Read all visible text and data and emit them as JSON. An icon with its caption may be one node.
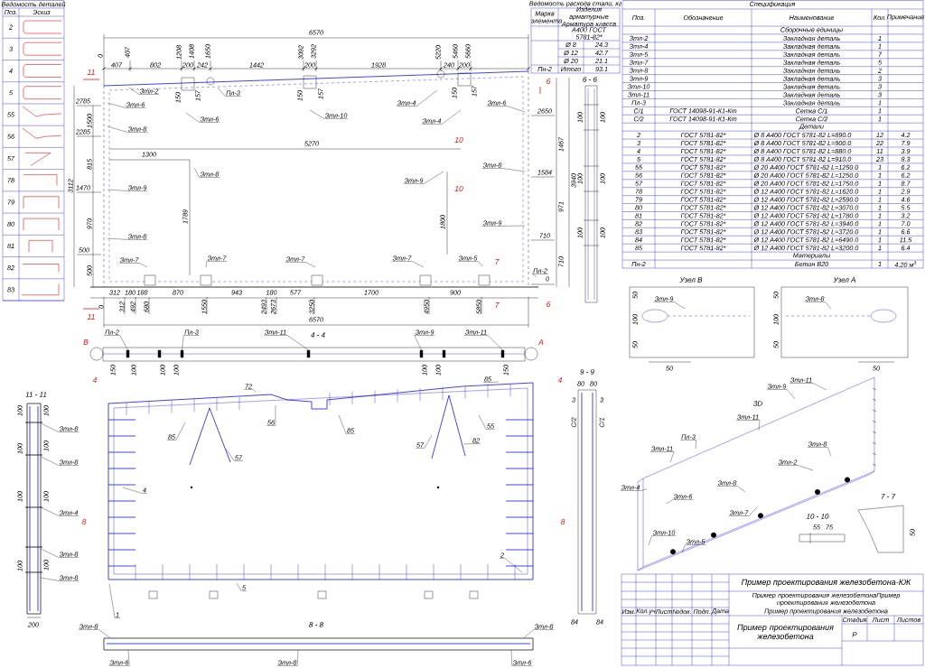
{
  "diagram": {
    "nodes": [
      {
        "text": [
          "Зтл-2"
        ]
      },
      {
        "text": [
          "Зтл-6"
        ]
      },
      {
        "text": [
          "Зтл-6"
        ]
      },
      {
        "text": [
          "Пл-3"
        ]
      },
      {
        "text": [
          "Зтл-10"
        ]
      },
      {
        "text": [
          "Зтл-4"
        ]
      },
      {
        "text": [
          "Зтл-4"
        ]
      },
      {
        "text": [
          "Зтл-6"
        ]
      },
      {
        "text": [
          "Зтл-8"
        ]
      },
      {
        "text": [
          "Зтл-8"
        ]
      },
      {
        "text": [
          "Зтл-9"
        ]
      },
      {
        "text": [
          "Зтл-8"
        ]
      },
      {
        "text": [
          "Зтл-9"
        ]
      },
      {
        "text": [
          "Зтл-9"
        ]
      },
      {
        "text": [
          "Зтл-8"
        ]
      },
      {
        "text": [
          "Зтл-7"
        ]
      },
      {
        "text": [
          "Зтл-7"
        ]
      },
      {
        "text": [
          "Зтл-7"
        ]
      },
      {
        "text": [
          "Зтл-7"
        ]
      },
      {
        "text": [
          "Зтл-5"
        ]
      },
      {
        "text": [
          "Пл-2"
        ]
      },
      {
        "text": [
          "Пл-2"
        ]
      },
      {
        "text": [
          "Пл-3"
        ]
      },
      {
        "text": [
          "Зтл-11"
        ]
      },
      {
        "text": [
          "Зтл-9"
        ]
      },
      {
        "text": [
          "Зтл-11"
        ]
      },
      {
        "text": [
          "Зтл-8"
        ]
      },
      {
        "text": [
          "Зтл-8"
        ]
      },
      {
        "text": [
          "Зтл-4"
        ]
      },
      {
        "text": [
          "Зтл-8"
        ]
      },
      {
        "text": [
          "Зтл-8"
        ]
      },
      {
        "text": [
          "72"
        ]
      },
      {
        "text": [
          "56"
        ]
      },
      {
        "text": [
          "85"
        ]
      },
      {
        "text": [
          "85"
        ]
      },
      {
        "text": [
          "57"
        ]
      },
      {
        "text": [
          "57"
        ]
      },
      {
        "text": [
          "82"
        ]
      },
      {
        "text": [
          "55"
        ]
      },
      {
        "text": [
          "85"
        ]
      },
      {
        "text": [
          "4"
        ]
      },
      {
        "text": [
          "5"
        ]
      },
      {
        "text": [
          "2"
        ]
      },
      {
        "text": [
          "1"
        ]
      },
      {
        "text": [
          "Зтл-9"
        ]
      },
      {
        "text": [
          "Зтл-8"
        ]
      },
      {
        "text": [
          "Зтл-11"
        ]
      },
      {
        "text": [
          "Зтл-9"
        ]
      },
      {
        "text": [
          "Зтл-11"
        ]
      },
      {
        "text": [
          "Пл-3"
        ]
      },
      {
        "text": [
          "Зтл-11"
        ]
      },
      {
        "text": [
          "Зтл-8"
        ]
      },
      {
        "text": [
          "Зтл-2"
        ]
      },
      {
        "text": [
          "Зтл-4"
        ]
      },
      {
        "text": [
          "Зтл-8"
        ]
      },
      {
        "text": [
          "Зтл-7"
        ]
      },
      {
        "text": [
          "Зтл-10"
        ]
      },
      {
        "text": [
          "Зтл-5"
        ]
      },
      {
        "text": [
          "Зтл-6"
        ]
      },
      {
        "text": [
          "Зтл-8"
        ]
      },
      {
        "text": [
          "Зтл-8"
        ]
      },
      {
        "text": [
          "Зтл-6"
        ]
      },
      {
        "text": [
          "Зтл-8"
        ]
      },
      {
        "text": [
          "Зтл-6"
        ]
      },
      {
        "text": [],
        "shape": "box"
      },
      {
        "text": [],
        "shape": "box"
      },
      {
        "text": [],
        "shape": "box"
      },
      {
        "text": [],
        "shape": "box"
      },
      {
        "text": [],
        "shape": "box"
      },
      {
        "text": [],
        "shape": "bar"
      },
      {
        "text": [],
        "shape": "bar"
      }
    ],
    "edges": [
      {
        "from": 0,
        "to": null,
        "arrow": "none"
      },
      {
        "from": 1,
        "to": null,
        "arrow": "none"
      },
      {
        "from": 2,
        "to": null,
        "arrow": "none"
      },
      {
        "from": 3,
        "to": null,
        "arrow": "none"
      },
      {
        "from": 4,
        "to": null,
        "arrow": "none"
      },
      {
        "from": 5,
        "to": null,
        "arrow": "none"
      },
      {
        "from": 6,
        "to": null,
        "arrow": "none"
      },
      {
        "from": 7,
        "to": null,
        "arrow": "none"
      },
      {
        "from": 8,
        "to": null,
        "arrow": "none"
      },
      {
        "from": 9,
        "to": null,
        "arrow": "none"
      },
      {
        "from": 10,
        "to": null,
        "arrow": "none"
      },
      {
        "from": 11,
        "to": null,
        "arrow": "none"
      },
      {
        "from": 12,
        "to": null,
        "arrow": "none"
      },
      {
        "from": 13,
        "to": null,
        "arrow": "none"
      },
      {
        "from": 14,
        "to": null,
        "arrow": "none"
      },
      {
        "from": 15,
        "to": null,
        "arrow": "none"
      },
      {
        "from": 16,
        "to": null,
        "arrow": "none"
      },
      {
        "from": 17,
        "to": null,
        "arrow": "none"
      },
      {
        "from": 18,
        "to": null,
        "arrow": "none"
      },
      {
        "from": 19,
        "to": null,
        "arrow": "none"
      },
      {
        "from": 20,
        "to": null,
        "arrow": "none"
      },
      {
        "from": 21,
        "to": 64,
        "arrow": "none"
      },
      {
        "from": 22,
        "to": 65,
        "arrow": "none"
      },
      {
        "from": 23,
        "to": 66,
        "arrow": "none"
      },
      {
        "from": 24,
        "to": 67,
        "arrow": "none"
      },
      {
        "from": 25,
        "to": 68,
        "arrow": "none"
      },
      {
        "from": 26,
        "to": 69,
        "arrow": "none"
      },
      {
        "from": 27,
        "to": 69,
        "arrow": "none"
      },
      {
        "from": 28,
        "to": 69,
        "arrow": "none"
      },
      {
        "from": 29,
        "to": 69,
        "arrow": "none"
      },
      {
        "from": 30,
        "to": 69,
        "arrow": "none"
      },
      {
        "from": 31,
        "to": null,
        "arrow": "none"
      },
      {
        "from": 32,
        "to": null,
        "arrow": "none"
      },
      {
        "from": 33,
        "to": null,
        "arrow": "none"
      },
      {
        "from": 34,
        "to": null,
        "arrow": "none"
      },
      {
        "from": 35,
        "to": null,
        "arrow": "none"
      },
      {
        "from": 36,
        "to": null,
        "arrow": "none"
      },
      {
        "from": 37,
        "to": null,
        "arrow": "none"
      },
      {
        "from": 38,
        "to": null,
        "arrow": "none"
      },
      {
        "from": 39,
        "to": null,
        "arrow": "none"
      },
      {
        "from": 40,
        "to": null,
        "arrow": "none"
      },
      {
        "from": 41,
        "to": null,
        "arrow": "none"
      },
      {
        "from": 42,
        "to": null,
        "arrow": "none"
      },
      {
        "from": 43,
        "to": null,
        "arrow": "none"
      },
      {
        "from": 44,
        "to": null,
        "arrow": "none"
      },
      {
        "from": 45,
        "to": null,
        "arrow": "none"
      },
      {
        "from": 46,
        "to": null,
        "arrow": "none"
      },
      {
        "from": 47,
        "to": null,
        "arrow": "none"
      },
      {
        "from": 48,
        "to": null,
        "arrow": "none"
      },
      {
        "from": 49,
        "to": null,
        "arrow": "none"
      },
      {
        "from": 50,
        "to": null,
        "arrow": "none"
      },
      {
        "from": 51,
        "to": null,
        "arrow": "none"
      },
      {
        "from": 52,
        "to": null,
        "arrow": "none"
      },
      {
        "from": 53,
        "to": null,
        "arrow": "none"
      },
      {
        "from": 54,
        "to": null,
        "arrow": "none"
      },
      {
        "from": 55,
        "to": null,
        "arrow": "none"
      },
      {
        "from": 56,
        "to": null,
        "arrow": "none"
      },
      {
        "from": 57,
        "to": null,
        "arrow": "none"
      },
      {
        "from": 58,
        "to": null,
        "arrow": "none"
      },
      {
        "from": 59,
        "to": 70,
        "arrow": "none"
      },
      {
        "from": 60,
        "to": 70,
        "arrow": "none"
      },
      {
        "from": 61,
        "to": 70,
        "arrow": "none"
      },
      {
        "from": 62,
        "to": 70,
        "arrow": "none"
      },
      {
        "from": 63,
        "to": 70,
        "arrow": "none"
      }
    ],
    "labels": [
      "Ведомость деталей",
      "Поз.",
      "Эскиз",
      "2",
      "3",
      "4",
      "5",
      "55",
      "56",
      "57",
      "78",
      "79",
      "80",
      "81",
      "82",
      "83",
      "Ведомость расхода стали, кг",
      "Марка элемента",
      "Изделия арматурные Арматура класса",
      "А400 ГОСТ 5781-82*",
      "Ø 8",
      "24.3",
      "Ø 12",
      "42.7",
      "Ø 20",
      "21.1",
      "Пн-2",
      "Итого",
      "93.1",
      "Спецификация",
      "Поз.",
      "Обозначение",
      "Наименование",
      "Кол.",
      "Примечание",
      "Сборочные единицы",
      "Зтл-2",
      "Закладная деталь",
      "1",
      "Зтл-4",
      "Закладная деталь",
      "1",
      "Зтл-5",
      "Закладная деталь",
      "7",
      "Зтл-7",
      "Закладная деталь",
      "5",
      "Зтл-8",
      "Закладная деталь",
      "2",
      "Зтл-9",
      "Закладная деталь",
      "3",
      "Зтл-10",
      "Закладная деталь",
      "3",
      "Зтл-11",
      "Закладная деталь",
      "3",
      "Пл-3",
      "Закладная деталь",
      "1",
      "С/1",
      "ГОСТ 14098-91-К1-Кт",
      "Сетка С/1",
      "1",
      "С/2",
      "ГОСТ 14098-91-К1-Кт",
      "Сетка С/2",
      "1",
      "Детали",
      "2",
      "ГОСТ 5781-82*",
      "Ø 8 А400 ГОСТ 5781-82 L=890.0",
      "12",
      "4.2",
      "3",
      "ГОСТ 5781-82*",
      "Ø 8 А400 ГОСТ 5781-82 L=900.0",
      "22",
      "7.9",
      "4",
      "ГОСТ 5781-82*",
      "Ø 8 А400 ГОСТ 5781-82 L=880.0",
      "11",
      "3.9",
      "5",
      "ГОСТ 5781-82*",
      "Ø 8 А400 ГОСТ 5781-82 L=910.0",
      "23",
      "8.3",
      "55",
      "ГОСТ 5781-82*",
      "Ø 20 А400 ГОСТ 5781-82 L=1250.0",
      "1",
      "6.2",
      "56",
      "ГОСТ 5781-82*",
      "Ø 20 А400 ГОСТ 5781-82 L=1250.0",
      "1",
      "6.2",
      "57",
      "ГОСТ 5781-82*",
      "Ø 20 А400 ГОСТ 5781-82 L=1750.0",
      "1",
      "8.7",
      "78",
      "ГОСТ 5781-82*",
      "Ø 12 А400 ГОСТ 5781-82 L=1620.0",
      "1",
      "2.9",
      "79",
      "ГОСТ 5781-82*",
      "Ø 12 А400 ГОСТ 5781-82 L=2590.0",
      "1",
      "4.6",
      "80",
      "ГОСТ 5781-82*",
      "Ø 12 А400 ГОСТ 5781-82 L=3070.0",
      "1",
      "5.5",
      "81",
      "ГОСТ 5781-82*",
      "Ø 12 А400 ГОСТ 5781-82 L=1780.0",
      "1",
      "3.2",
      "82",
      "ГОСТ 5781-82*",
      "Ø 12 А400 ГОСТ 5781-82 L=3940.0",
      "1",
      "7.0",
      "83",
      "ГОСТ 5781-82*",
      "Ø 12 А400 ГОСТ 5781-82 L=3720.0",
      "1",
      "6.6",
      "84",
      "ГОСТ 5781-82*",
      "Ø 12 А400 ГОСТ 5781-82 L=6490.0",
      "1",
      "11.5",
      "85",
      "ГОСТ 5781-82*",
      "Ø 12 А400 ГОСТ 5781-82 L=3200.0",
      "1",
      "6.4",
      "Материалы",
      "Пн-2",
      "Бетон В20",
      "1",
      "4.20 м$^{3}$",
      "6570",
      "0",
      "407",
      "407",
      "802",
      "1208",
      "200",
      "1408",
      "242",
      "1650",
      "1442",
      "3092",
      "200",
      "3292",
      "1928",
      "5220",
      "240",
      "5460",
      "200",
      "5660",
      "150",
      "157",
      "150",
      "157",
      "150",
      "157",
      "2785",
      "1500",
      "2285",
      "815",
      "1470",
      "970",
      "500",
      "500",
      "3112",
      "2650",
      "1467",
      "1584",
      "971",
      "710",
      "710",
      "0",
      "3940",
      "5270",
      "1300",
      "1789",
      "1800",
      "312",
      "180",
      "188",
      "870",
      "943",
      "180",
      "577",
      "1700",
      "900",
      "6570",
      "0",
      "312",
      "492",
      "680",
      "1550",
      "2493",
      "2673",
      "3250",
      "4950",
      "5850",
      "11",
      "11",
      "6",
      "6",
      "7",
      "7",
      "10",
      "10",
      "6 - 6",
      "100",
      "100",
      "100",
      "100",
      "100",
      "100",
      "4 - 4",
      "В",
      "А",
      "150",
      "100",
      "100",
      "100",
      "100",
      "100",
      "150",
      "4",
      "4",
      "9 - 9",
      "80",
      "80",
      "3",
      "3",
      "С/2",
      "С/1",
      "84",
      "84",
      "11 - 11",
      "100",
      "100",
      "100",
      "100",
      "100",
      "100",
      "100",
      "100",
      "200",
      "8",
      "8",
      "8 - 8",
      "Узел В",
      "50",
      "100",
      "50",
      "50",
      "Узел А",
      "50",
      "100",
      "50",
      "50",
      "3D",
      "10 - 10",
      "55",
      "75",
      "7 - 7",
      "50",
      "Пример проектирования железобетона-КЖ",
      "Пример проектирования железобетонаПример проектирования железобетона",
      "Пример проектирования железобетона",
      "Пример проектирования железобетона",
      "Стадия",
      "Лист",
      "Листов",
      "Р",
      "Изм.",
      "Кол.уч",
      "Лист",
      "№док.",
      "Подп.",
      "Дата"
    ]
  }
}
